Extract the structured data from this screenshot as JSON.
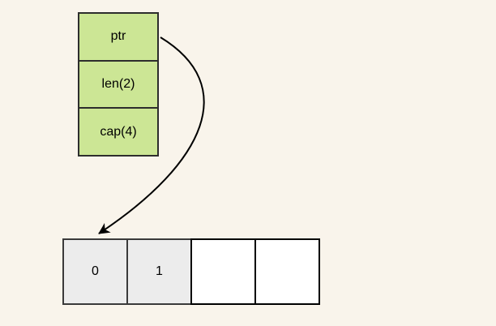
{
  "diagram": {
    "background_color": "#f9f4eb",
    "slice_struct": {
      "fill_color": "#cce695",
      "border_color": "#2d2d2d",
      "fields": [
        {
          "label": "ptr"
        },
        {
          "label": "len(2)"
        },
        {
          "label": "cap(4)"
        }
      ]
    },
    "pointer_arrow": {
      "from": "ptr",
      "to": "array-cell-0",
      "color": "#000000"
    },
    "backing_array": {
      "used_fill_color": "#ececec",
      "free_fill_color": "#ffffff",
      "border_color": "#000000",
      "cells": [
        {
          "label": "0",
          "state": "used"
        },
        {
          "label": "1",
          "state": "used"
        },
        {
          "label": "",
          "state": "free"
        },
        {
          "label": "",
          "state": "free"
        }
      ]
    }
  }
}
